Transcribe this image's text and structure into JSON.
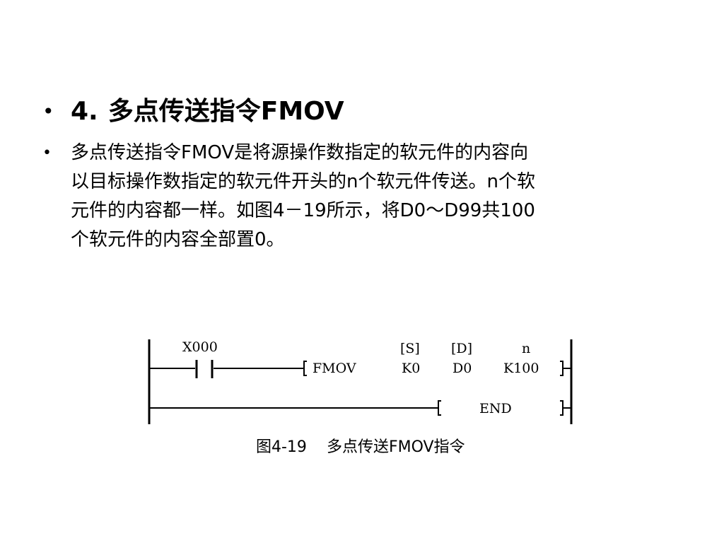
{
  "heading": {
    "bullet": "•",
    "number": "4.",
    "title": "多点传送指令FMOV"
  },
  "body": {
    "bullet": "•",
    "lines": [
      "多点传送指令FMOV是将源操作数指定的软元件的内容向",
      "以目标操作数指定的软元件开头的n个软元件传送。n个软",
      "元件的内容都一样。如图4－19所示，将D0～D99共100",
      "个软元件的内容全部置0。"
    ]
  },
  "diagram": {
    "contact": "X000",
    "operand_labels": [
      "[S]",
      "[D]",
      "n"
    ],
    "instruction": [
      "FMOV",
      "K0",
      "D0",
      "K100"
    ],
    "end_instruction": "END"
  },
  "caption": {
    "figure_number": "图4-19",
    "title": "多点传送FMOV指令"
  }
}
